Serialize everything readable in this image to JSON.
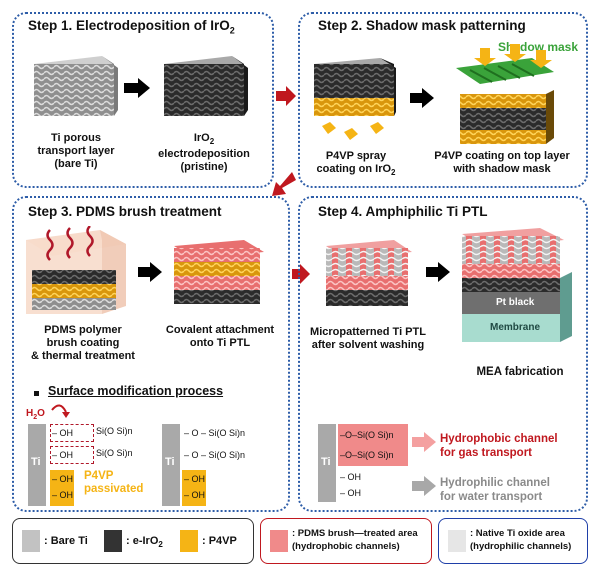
{
  "step1": {
    "title": "Step 1. Electrodeposition of IrO",
    "title_sub": "2",
    "cap_left": [
      "Ti porous",
      "transport layer",
      "(bare Ti)"
    ],
    "cap_right_l1": "IrO",
    "cap_right_l1_sub": "2",
    "cap_right_rest": [
      "electrodeposition",
      "(pristine)"
    ]
  },
  "step2": {
    "title": "Step 2. Shadow mask patterning",
    "mask_label": "Shadow mask",
    "cap_left_l1": "P4VP spray",
    "cap_left_l2": "coating on IrO",
    "cap_left_l2_sub": "2",
    "cap_right": [
      "P4VP coating on top layer",
      "with shadow mask"
    ]
  },
  "step3": {
    "title": "Step 3. PDMS brush treatment",
    "cap_left": [
      "PDMS polymer",
      "brush coating",
      "& thermal treatment"
    ],
    "cap_right": [
      "Covalent attachment",
      "onto Ti PTL"
    ],
    "process_title": "Surface modification process",
    "h2o": "H",
    "h2o_sub": "2",
    "h2o_end": "O",
    "ti": "Ti",
    "oh": "OH",
    "chain": "Si(O Si)n",
    "passivated": [
      "P4VP",
      "passivated"
    ]
  },
  "step4": {
    "title": "Step 4. Amphiphilic Ti PTL",
    "cap_left": [
      "Micropatterned Ti PTL",
      "after solvent washing"
    ],
    "pt_black": "Pt black",
    "membrane": "Membrane",
    "mea": "MEA fabrication",
    "hydrophobic": [
      "Hydrophobic channel",
      "for gas transport"
    ],
    "hydrophilic": [
      "Hydrophilic channel",
      "for water transport"
    ]
  },
  "legend": {
    "bare_ti": ": Bare Ti",
    "eiro2": ": e-IrO",
    "eiro2_sub": "2",
    "p4vp": ": P4VP",
    "pdms": [
      ": PDMS brush—treated area",
      "(hydrophobic channels)"
    ],
    "native": [
      ": Native Ti oxide area",
      "(hydrophilic channels)"
    ]
  },
  "colors": {
    "panel_border": "#2e5da8",
    "arrow_red": "#c0181f",
    "p4vp": "#f5b415",
    "pdms": "#f08a8a",
    "mask": "#3aa33a",
    "hydrophobic_text": "#c0181f",
    "hydrophilic_text": "#8a8a8a"
  }
}
